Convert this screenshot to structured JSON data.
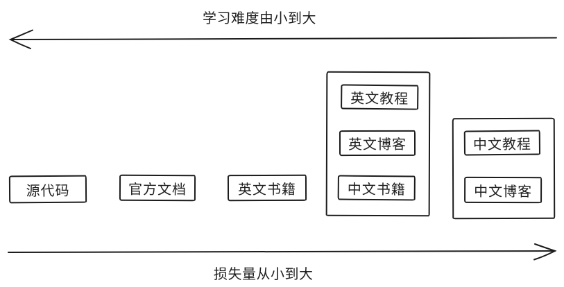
{
  "top_axis": {
    "label": "学习难度由小到大",
    "direction": "left"
  },
  "bottom_axis": {
    "label": "损失量从小到大",
    "direction": "right"
  },
  "standalone_nodes": [
    {
      "label": "源代码"
    },
    {
      "label": "官方文档"
    },
    {
      "label": "英文书籍"
    }
  ],
  "groups": [
    {
      "items": [
        {
          "label": "英文教程"
        },
        {
          "label": "英文博客"
        },
        {
          "label": "中文书籍"
        }
      ]
    },
    {
      "items": [
        {
          "label": "中文教程"
        },
        {
          "label": "中文博客"
        }
      ]
    }
  ],
  "colors": {
    "stroke": "#1c1c1c",
    "background": "#ffffff"
  }
}
